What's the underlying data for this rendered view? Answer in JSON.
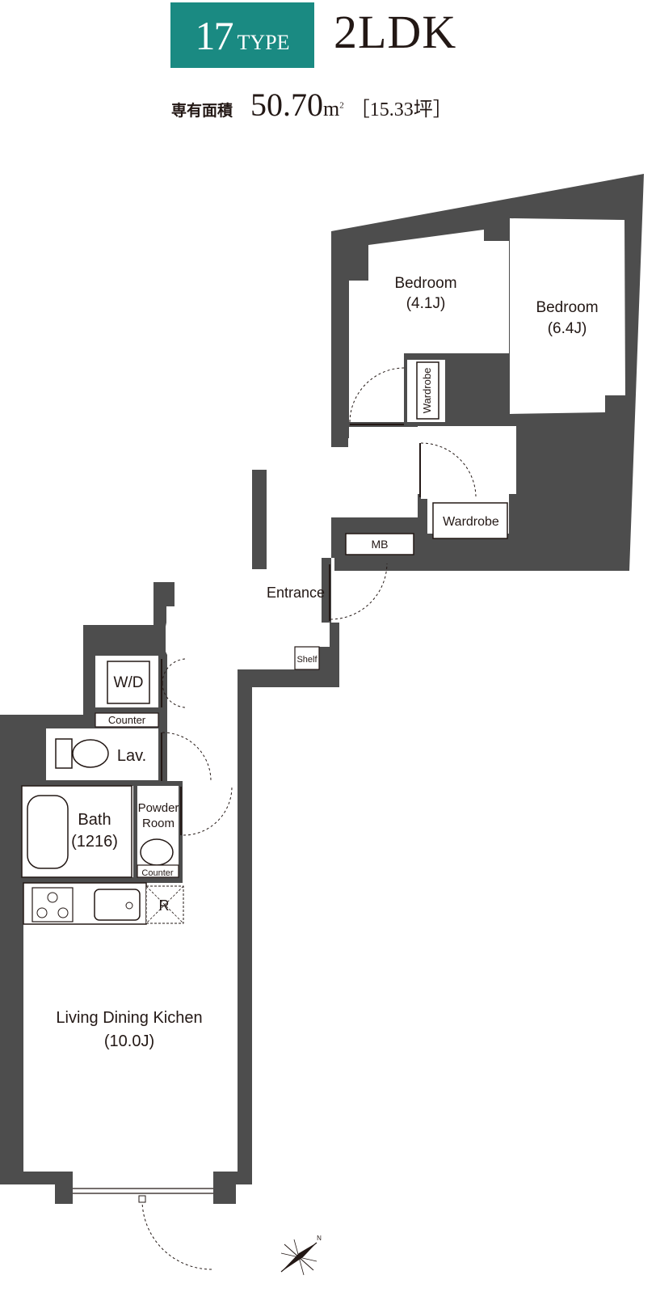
{
  "header": {
    "type_number": "17",
    "type_word": "TYPE",
    "layout": "2LDK",
    "area_label": "専有面積",
    "area_value": "50.70",
    "area_unit": "m",
    "area_unit_sup": "2",
    "area_tsubo": "［15.33坪］"
  },
  "colors": {
    "badge": "#1a8a82",
    "wall": "#4d4d4d",
    "text": "#231815"
  },
  "rooms": {
    "bedroom1_name": "Bedroom",
    "bedroom1_size": "(4.1J)",
    "bedroom2_name": "Bedroom",
    "bedroom2_size": "(6.4J)",
    "wardrobe_small": "Wardrobe",
    "wardrobe_large": "Wardrobe",
    "mb": "MB",
    "entrance": "Entrance",
    "shelf": "Shelf",
    "wd": "W/D",
    "counter_top": "Counter",
    "lav": "Lav.",
    "bath_name": "Bath",
    "bath_size": "(1216)",
    "powder_line1": "Powder",
    "powder_line2": "Room",
    "counter_bottom": "Counter",
    "fridge": "R",
    "ldk_name": "Living Dining Kichen",
    "ldk_size": "(10.0J)"
  },
  "compass": {
    "label": "N",
    "icon": "compass-icon"
  }
}
